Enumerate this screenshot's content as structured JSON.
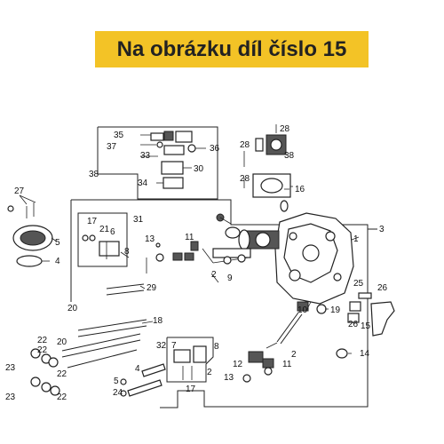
{
  "banner": {
    "text": "Na obrázku díl číslo 15",
    "color": "#f3c326"
  },
  "diagram": {
    "callouts": [
      "1",
      "2",
      "2",
      "2",
      "3",
      "4",
      "4",
      "5",
      "5",
      "6",
      "7",
      "8",
      "8",
      "9",
      "10",
      "11",
      "11",
      "12",
      "13",
      "13",
      "14",
      "15",
      "16",
      "17",
      "17",
      "18",
      "19",
      "20",
      "20",
      "21",
      "22",
      "22",
      "22",
      "22",
      "23",
      "23",
      "24",
      "25",
      "26",
      "26",
      "27",
      "28",
      "28",
      "29",
      "30",
      "31",
      "32",
      "33",
      "34",
      "35",
      "36",
      "37",
      "38",
      "38"
    ]
  }
}
